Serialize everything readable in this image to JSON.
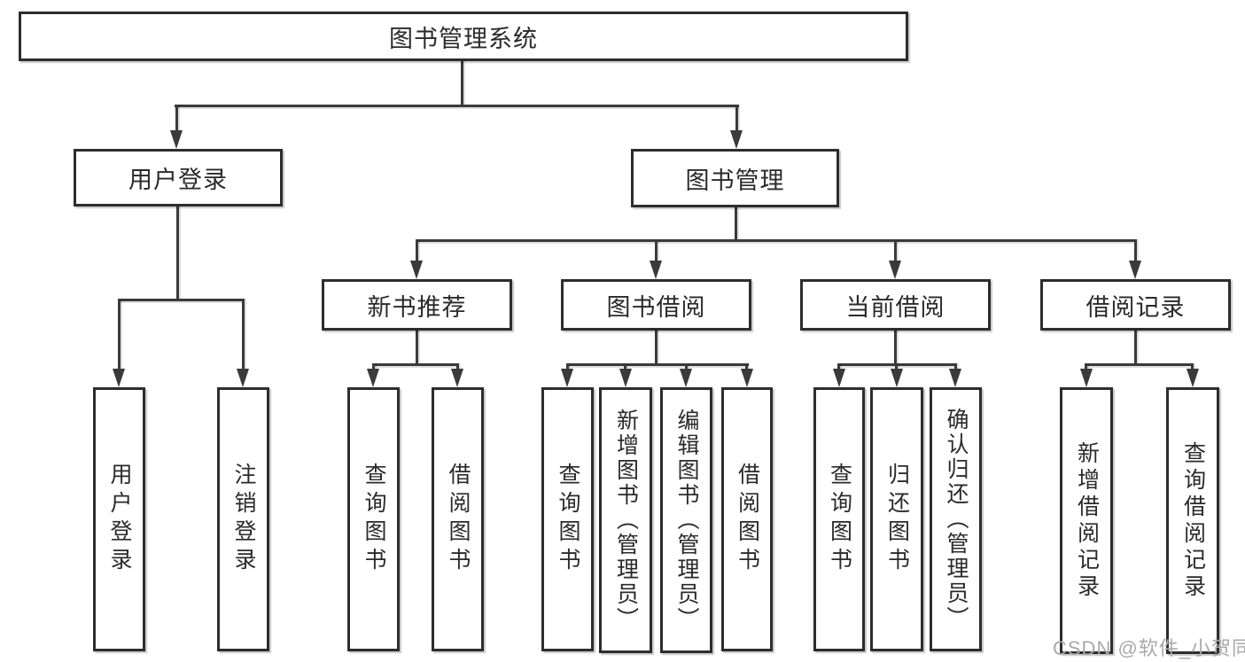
{
  "diagram": {
    "root": "图书管理系统",
    "level2": {
      "user_login": "用户登录",
      "book_management": "图书管理"
    },
    "level3": {
      "new_book_recommend": "新书推荐",
      "book_borrow": "图书借阅",
      "current_borrow": "当前借阅",
      "borrow_records": "借阅记录"
    },
    "leaves": {
      "user_login": "用户登录",
      "logout_login": "注销登录",
      "recommend_query_books": "查询图书",
      "recommend_borrow_books": "借阅图书",
      "borrow_query_books": "查询图书",
      "borrow_add_books": "新增图书（管理员）",
      "borrow_edit_books": "编辑图书（管理员）",
      "borrow_borrow_books": "借阅图书",
      "current_query_books": "查询图书",
      "current_return_books": "归还图书",
      "current_confirm_return": "确认归还（管理员）",
      "records_add_record": "新增借阅记录",
      "records_query_record": "查询借阅记录"
    },
    "watermark": "CSDN @软件_小贺同学",
    "colors": {
      "line": "#3a3a3a",
      "border": "#2d2d2d",
      "text": "#2a2a2a",
      "watermark": "#a9a9a9",
      "background": "#ffffff"
    }
  }
}
